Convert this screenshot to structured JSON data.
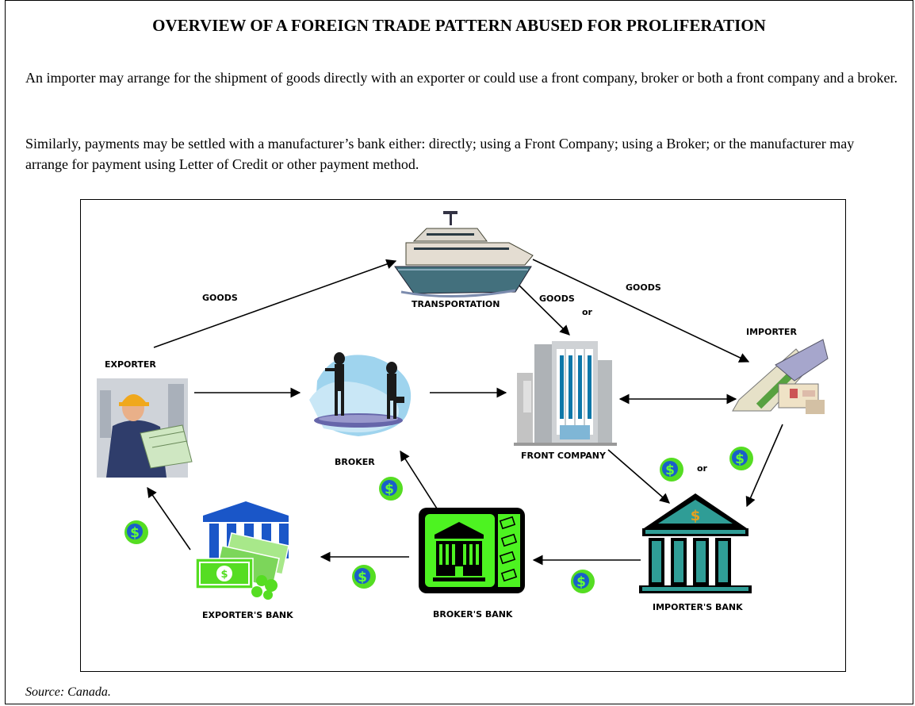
{
  "title": "OVERVIEW OF A FOREIGN TRADE PATTERN ABUSED FOR PROLIFERATION",
  "paragraphs": [
    "An importer may arrange for the shipment of goods directly with an exporter or could use a front company, broker or both a front company and a broker.",
    "Similarly, payments may be settled with a manufacturer’s bank either: directly; using a Front Company; using a Broker; or the manufacturer may arrange for payment using Letter of Credit or other payment method."
  ],
  "source": "Source: Canada.",
  "nodes": {
    "transportation": "TRANSPORTATION",
    "exporter": "EXPORTER",
    "broker": "BROKER",
    "front_company": "FRONT COMPANY",
    "importer": "IMPORTER",
    "exporters_bank": "EXPORTER'S BANK",
    "brokers_bank": "BROKER'S BANK",
    "importers_bank": "IMPORTER'S BANK"
  },
  "edge_labels": {
    "goods_left": "GOODS",
    "goods_middle": "GOODS",
    "or_top": "or",
    "goods_right": "GOODS",
    "or_payment": "or"
  },
  "colors": {
    "money_green": "#55dd22",
    "money_blue": "#1a5fc9",
    "bank_blue": "#1a56c8",
    "bank_teal": "#2f9d96",
    "broker_bank_green": "#4df321"
  },
  "icons": [
    "ship-icon",
    "worker-icon",
    "businessmen-icon",
    "building-icon",
    "pyramid-icon",
    "bank-icon",
    "money-icon",
    "dollar-coin-icon"
  ]
}
